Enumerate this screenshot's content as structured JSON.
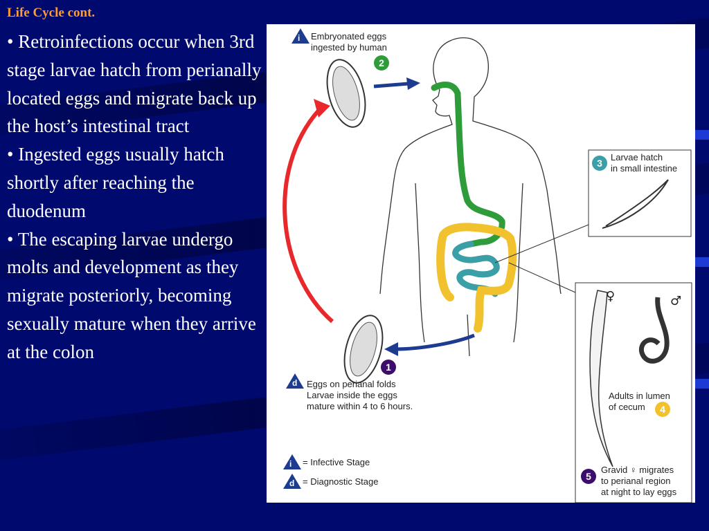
{
  "slide": {
    "title": "Life Cycle cont.",
    "bullets": [
      "• Retroinfections occur when 3rd stage larvae hatch from perianally located eggs and migrate back up the host’s intestinal tract",
      "• Ingested eggs usually hatch shortly after reaching the duodenum",
      "• The escaping larvae undergo molts and development as they migrate posteriorly, becoming sexually mature when they arrive at the colon"
    ]
  },
  "figure": {
    "step1": {
      "number": "1",
      "line1": "Eggs on perianal folds",
      "line2": "Larvae inside the eggs",
      "line3": "mature within 4 to 6 hours."
    },
    "step2": {
      "number": "2",
      "line1": "Embryonated eggs",
      "line2": "ingested by human"
    },
    "step3": {
      "number": "3",
      "line1": "Larvae hatch",
      "line2": "in small intestine"
    },
    "step4": {
      "number": "4",
      "line1": "Adults in lumen",
      "line2": "of cecum"
    },
    "step5": {
      "number": "5",
      "line1": "Gravid ♀ migrates",
      "line2": "to perianal region",
      "line3": "at night to lay eggs"
    },
    "female_symbol": "♀",
    "male_symbol": "♂",
    "stage_i_letter": "i",
    "stage_d_letter": "d",
    "legend": {
      "infective": "= Infective Stage",
      "diagnostic": "= Diagnostic Stage"
    },
    "colors": {
      "green": "#2f9c3a",
      "yellow": "#f2c12e",
      "teal": "#3a9fa6",
      "purple": "#3d0d6b",
      "red": "#e8282a",
      "blue": "#1d3c8f"
    }
  }
}
